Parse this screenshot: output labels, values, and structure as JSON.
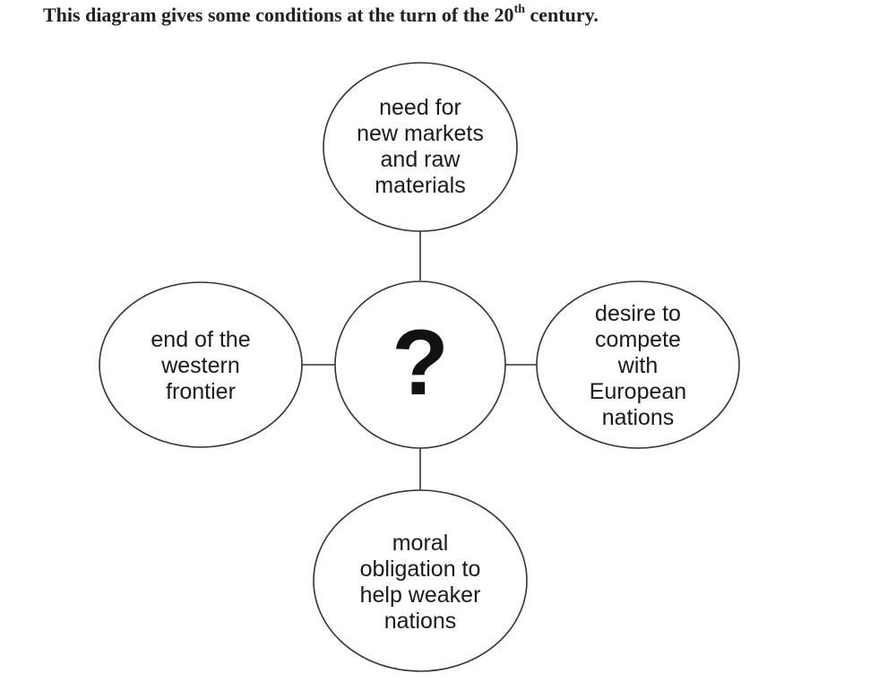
{
  "heading": {
    "main": "This diagram gives some conditions at the turn of the 20",
    "superscript": "th",
    "tail": " century."
  },
  "diagram": {
    "center": {
      "label": "?"
    },
    "nodes": {
      "top": {
        "lines": [
          "need for",
          "new markets",
          "and raw",
          "materials"
        ]
      },
      "left": {
        "lines": [
          "end of the",
          "western",
          "frontier"
        ]
      },
      "right": {
        "lines": [
          "desire to",
          "compete",
          "with",
          "European",
          "nations"
        ]
      },
      "bottom": {
        "lines": [
          "moral",
          "obligation to",
          "help weaker",
          "nations"
        ]
      }
    }
  }
}
